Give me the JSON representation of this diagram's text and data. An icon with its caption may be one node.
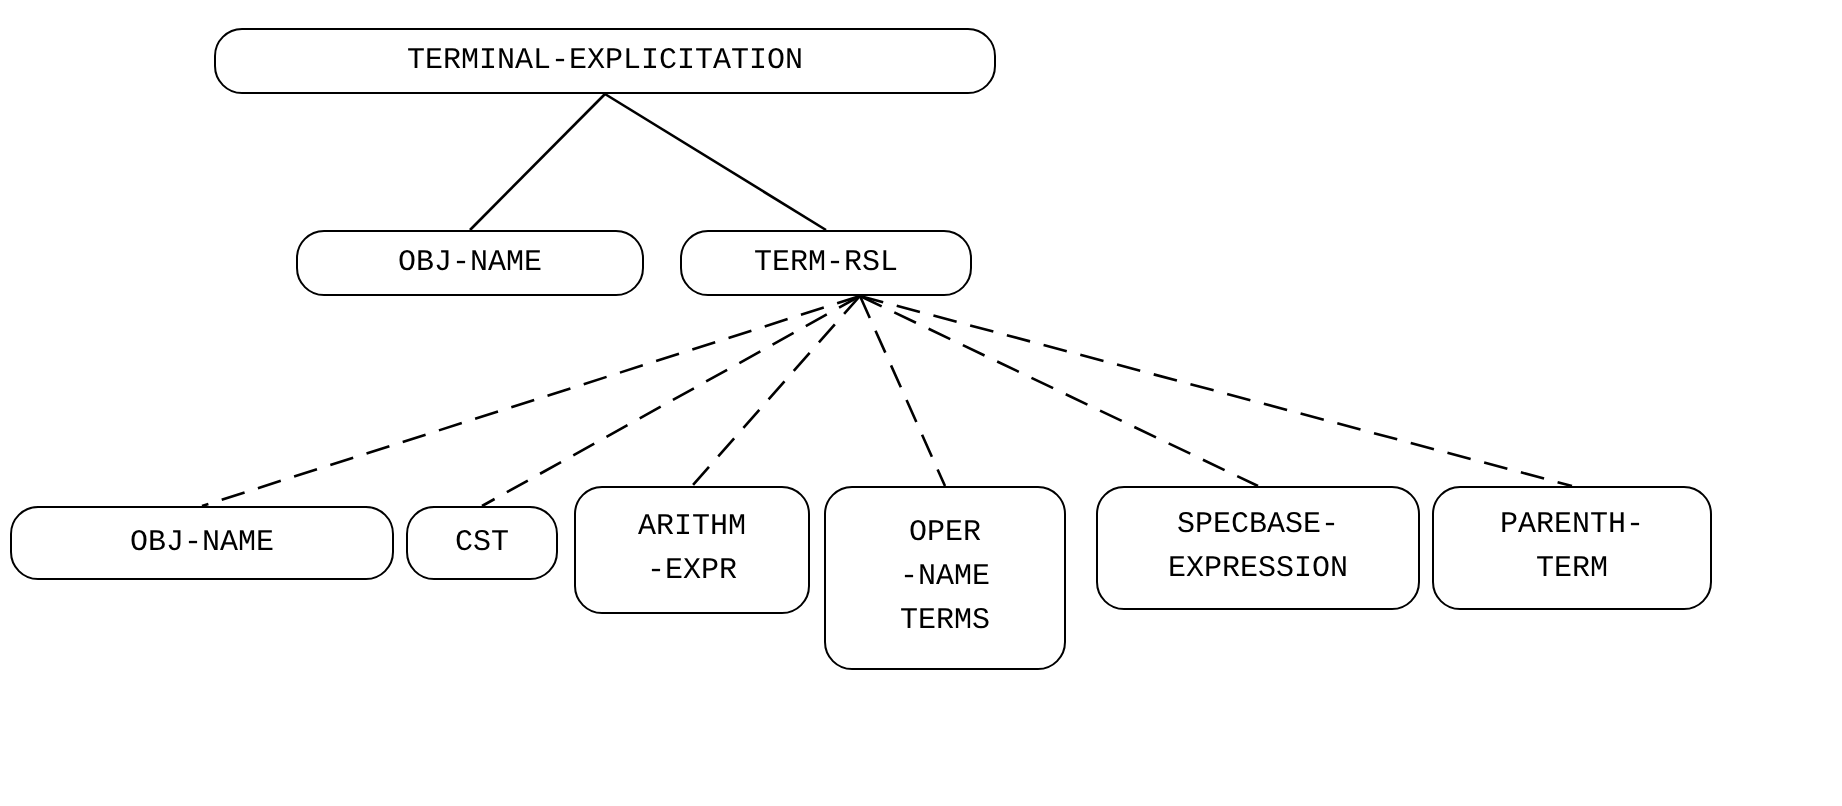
{
  "diagram": {
    "nodes": [
      {
        "text": [
          "TERMINAL-EXPLICITATION"
        ]
      },
      {
        "text": [
          "OBJ-NAME"
        ]
      },
      {
        "text": [
          "TERM-RSL"
        ]
      },
      {
        "text": [
          "OBJ-NAME"
        ]
      },
      {
        "text": [
          "CST"
        ]
      },
      {
        "text": [
          "ARITHM -EXPR"
        ]
      },
      {
        "text": [
          "OPER -NAME TERMS"
        ]
      },
      {
        "text": [
          "SPECBASE- EXPRESSION"
        ]
      },
      {
        "text": [
          "PARENTH- TERM"
        ]
      }
    ],
    "edges": [
      {
        "from": 0,
        "to": 1,
        "arrow": "none"
      },
      {
        "from": 0,
        "to": 2,
        "arrow": "none"
      },
      {
        "from": 2,
        "to": 3,
        "arrow": "none",
        "style": "dashed"
      },
      {
        "from": 2,
        "to": 4,
        "arrow": "none",
        "style": "dashed"
      },
      {
        "from": 2,
        "to": 5,
        "arrow": "none",
        "style": "dashed"
      },
      {
        "from": 2,
        "to": 6,
        "arrow": "none",
        "style": "dashed"
      },
      {
        "from": 2,
        "to": 7,
        "arrow": "none",
        "style": "dashed"
      },
      {
        "from": 2,
        "to": 8,
        "arrow": "none",
        "style": "dashed"
      }
    ]
  }
}
